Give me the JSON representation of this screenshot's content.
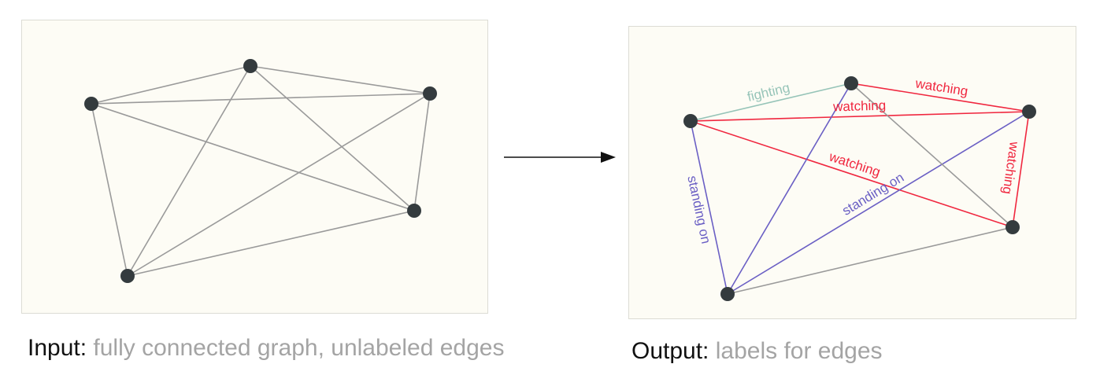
{
  "input": {
    "caption_lead": "Input:",
    "caption_rest": " fully connected graph, unlabeled edges",
    "edge_color": "#9a9a9a",
    "node_color": "#343b3e",
    "nodes": [
      "n1",
      "n2",
      "n3",
      "n4",
      "n5"
    ],
    "edges": [
      [
        "n1",
        "n2"
      ],
      [
        "n1",
        "n3"
      ],
      [
        "n1",
        "n4"
      ],
      [
        "n1",
        "n5"
      ],
      [
        "n2",
        "n3"
      ],
      [
        "n2",
        "n4"
      ],
      [
        "n2",
        "n5"
      ],
      [
        "n3",
        "n4"
      ],
      [
        "n3",
        "n5"
      ],
      [
        "n4",
        "n5"
      ]
    ]
  },
  "output": {
    "caption_lead": "Output:",
    "caption_rest": " labels for edges",
    "node_color": "#343b3e",
    "nodes": [
      "n1",
      "n2",
      "n3",
      "n4",
      "n5"
    ],
    "edges": [
      {
        "from": "n1",
        "to": "n2",
        "label": "fighting",
        "color": "#96c4b8"
      },
      {
        "from": "n2",
        "to": "n3",
        "label": "watching",
        "color": "#f0273f"
      },
      {
        "from": "n1",
        "to": "n3",
        "label": "watching",
        "color": "#f0273f"
      },
      {
        "from": "n1",
        "to": "n4",
        "label": "watching",
        "color": "#f0273f"
      },
      {
        "from": "n3",
        "to": "n4",
        "label": "watching",
        "color": "#f0273f"
      },
      {
        "from": "n1",
        "to": "n5",
        "label": "standing on",
        "color": "#6a5fc4"
      },
      {
        "from": "n3",
        "to": "n5",
        "label": "standing on",
        "color": "#6a5fc4"
      },
      {
        "from": "n2",
        "to": "n5",
        "label": "",
        "color": "#6a5fc4"
      },
      {
        "from": "n2",
        "to": "n4",
        "label": "",
        "color": "#9a9a9a"
      },
      {
        "from": "n4",
        "to": "n5",
        "label": "",
        "color": "#9a9a9a"
      }
    ]
  },
  "arrow_icon": "right-arrow-icon"
}
